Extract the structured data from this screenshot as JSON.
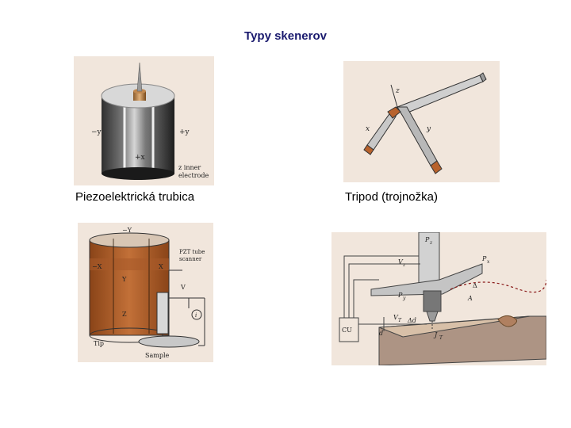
{
  "slide": {
    "title": "Typy skenerov",
    "captions": {
      "tube": "Piezoelektrická trubica",
      "tripod": "Tripod (trojnožka)"
    }
  },
  "figures": {
    "tube_top": {
      "labels": {
        "minus_y": "−y",
        "plus_y": "+y",
        "plus_x": "+x",
        "z_inner": "z inner",
        "electrode": "electrode"
      }
    },
    "tripod_top": {
      "labels": {
        "z": "z",
        "x": "x",
        "y": "y"
      }
    },
    "tube_bottom": {
      "labels": {
        "minus_Y": "−Y",
        "minus_X": "−X",
        "X": "X",
        "Y": "Y",
        "Z": "Z",
        "pzt1": "PZT tube",
        "pzt2": "scanner",
        "V": "V",
        "i": "i",
        "tip": "Tip",
        "sample": "Sample"
      }
    },
    "tripod_bottom": {
      "labels": {
        "Pz": "P",
        "Pz_sub": "z",
        "Vz": "V",
        "Vz_sub": "z",
        "Px": "P",
        "Px_sub": "x",
        "Py": "P",
        "Py_sub": "y",
        "delta1": "Δ",
        "A": "A",
        "VT": "V",
        "VT_sub": "T",
        "delta_d": "Δd",
        "d": "d",
        "JT": "J",
        "JT_sub": "T",
        "CU": "CU"
      }
    }
  },
  "colors": {
    "title": "#1a1a6e",
    "panel_bg": "#f1e6dc",
    "copper": "#b8622c",
    "tube_metal": "#4a4a4a"
  }
}
